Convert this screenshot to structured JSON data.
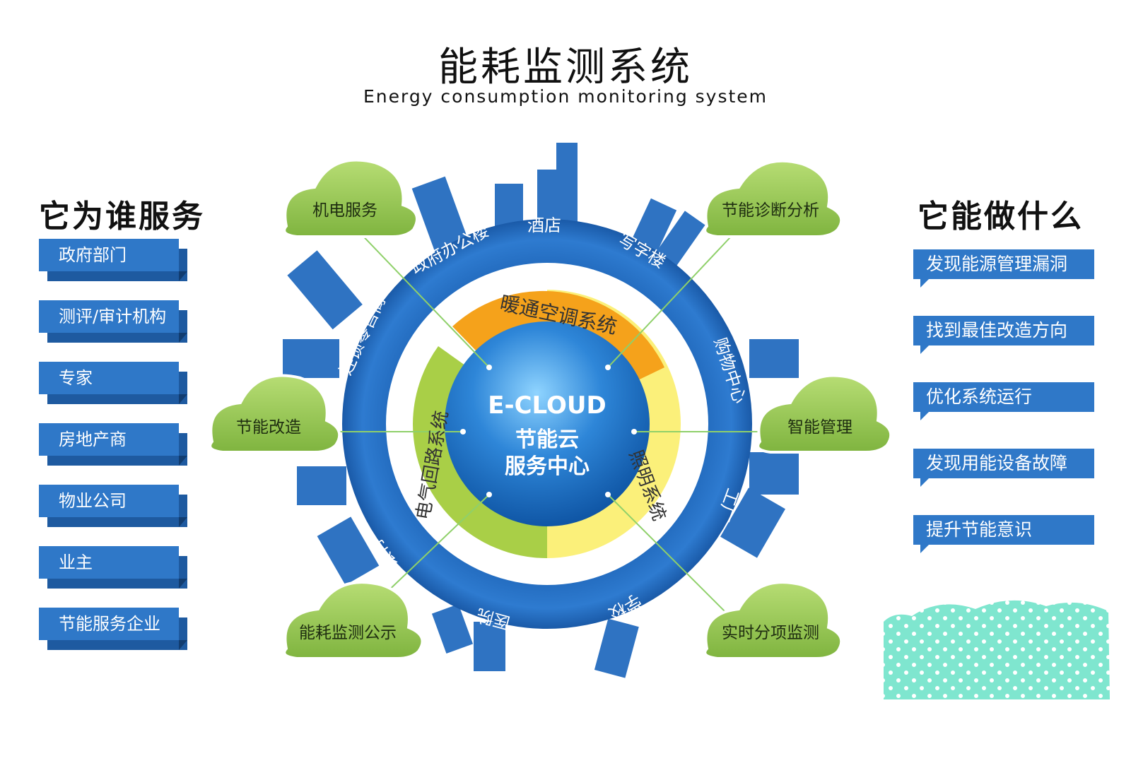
{
  "title": "能耗监测系统",
  "subtitle": "Energy consumption monitoring system",
  "left": {
    "heading": "它为谁服务",
    "items": [
      "政府部门",
      "测评/审计机构",
      "专家",
      "房地产商",
      "物业公司",
      "业主",
      "节能服务企业"
    ]
  },
  "right": {
    "heading": "它能做什么",
    "items": [
      "发现能源管理漏洞",
      "找到最佳改造方向",
      "优化系统运行",
      "发现用能设备故障",
      "提升节能意识"
    ]
  },
  "center": {
    "brand": "E-CLOUD",
    "line1": "节能云",
    "line2": "服务中心"
  },
  "systems": {
    "hvac": "暖通空调系统",
    "lighting": "照明系统",
    "power": "电气回路系统"
  },
  "ring_labels": {
    "gov_office": "政府办公楼",
    "hotel": "酒店",
    "office": "写字楼",
    "mall": "购物中心",
    "factory": "工厂",
    "school": "学校",
    "hospital": "医院",
    "bank": "银行",
    "retail": "连锁零售商"
  },
  "clouds": {
    "mep": "机电服务",
    "diagnosis": "节能诊断分析",
    "retrofit": "节能改造",
    "smart": "智能管理",
    "publicity": "能耗监测公示",
    "realtime": "实时分项监测"
  },
  "colors": {
    "blue": "#2f78c8",
    "ring": "#2a6fc0",
    "orange": "#f5a21b",
    "yellow": "#fbf07a",
    "green": "#a9cf47",
    "cloud": "#93c553"
  }
}
